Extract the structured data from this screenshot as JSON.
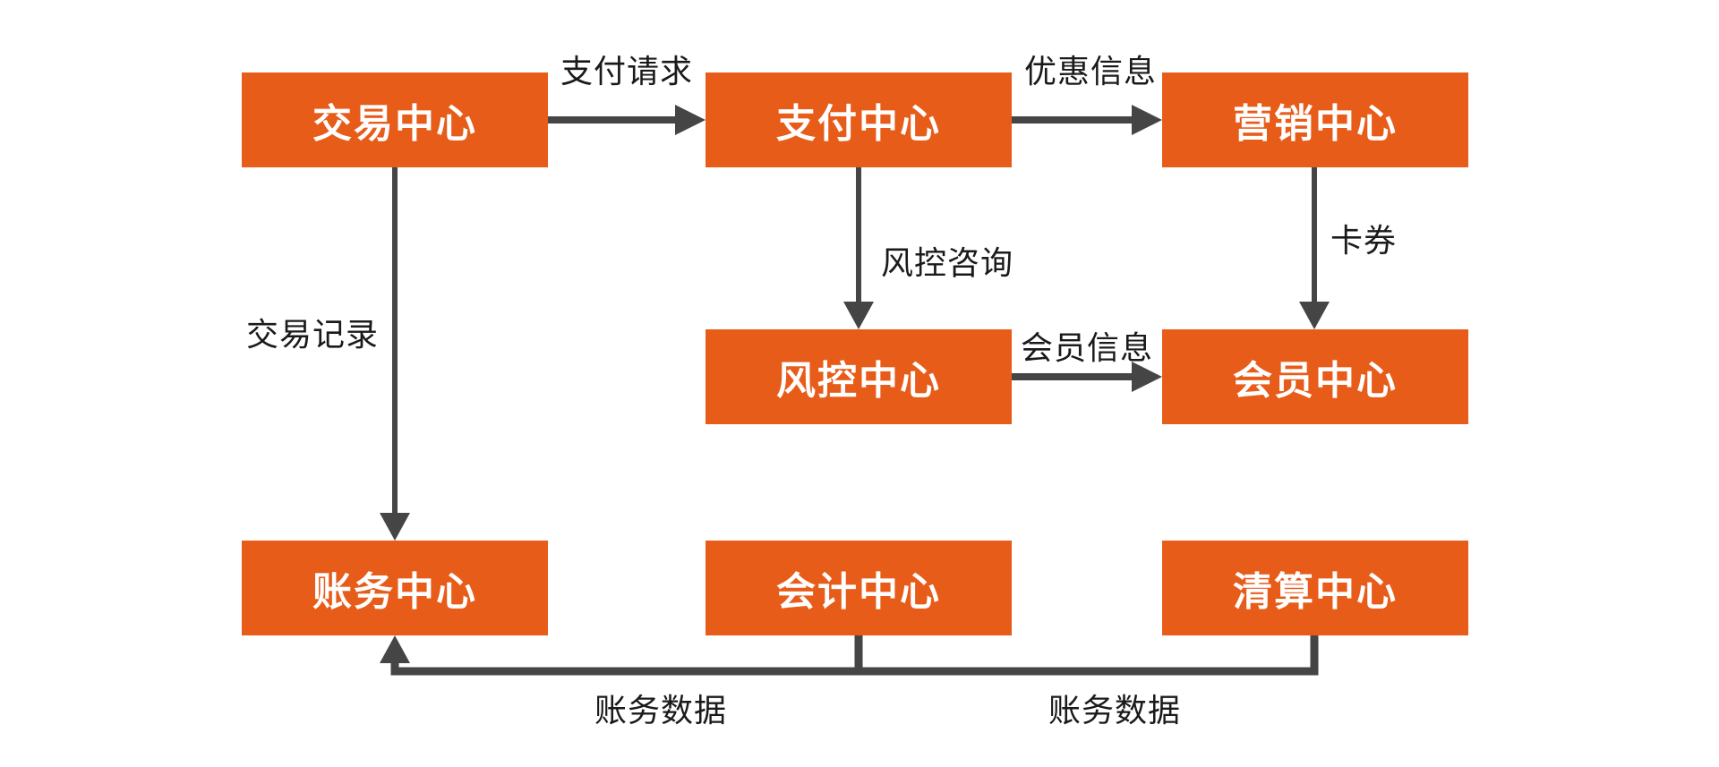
{
  "colors": {
    "node_fill": "#E85C1A",
    "node_text": "#FFFFFF",
    "line": "#454545",
    "label_text": "#1A1A1A",
    "background": "#FFFFFF"
  },
  "nodes": [
    {
      "id": "transaction-center",
      "label": "交易中心"
    },
    {
      "id": "payment-center",
      "label": "支付中心"
    },
    {
      "id": "marketing-center",
      "label": "营销中心"
    },
    {
      "id": "risk-control-center",
      "label": "风控中心"
    },
    {
      "id": "member-center",
      "label": "会员中心"
    },
    {
      "id": "billing-center",
      "label": "账务中心"
    },
    {
      "id": "accounting-center",
      "label": "会计中心"
    },
    {
      "id": "clearing-center",
      "label": "清算中心"
    }
  ],
  "edge_labels": [
    {
      "id": "payment-request",
      "label": "支付请求",
      "from": "交易中心",
      "to": "支付中心"
    },
    {
      "id": "promo-info",
      "label": "优惠信息",
      "from": "支付中心",
      "to": "营销中心"
    },
    {
      "id": "risk-consult",
      "label": "风控咨询",
      "from": "支付中心",
      "to": "风控中心"
    },
    {
      "id": "card-coupon",
      "label": "卡券",
      "from": "营销中心",
      "to": "会员中心"
    },
    {
      "id": "member-info",
      "label": "会员信息",
      "from": "风控中心",
      "to": "会员中心"
    },
    {
      "id": "transaction-record",
      "label": "交易记录",
      "from": "交易中心",
      "to": "账务中心"
    },
    {
      "id": "billing-data-1",
      "label": "账务数据",
      "from": "会计中心",
      "to": "账务中心"
    },
    {
      "id": "billing-data-2",
      "label": "账务数据",
      "from": "清算中心",
      "to": "账务中心"
    }
  ]
}
